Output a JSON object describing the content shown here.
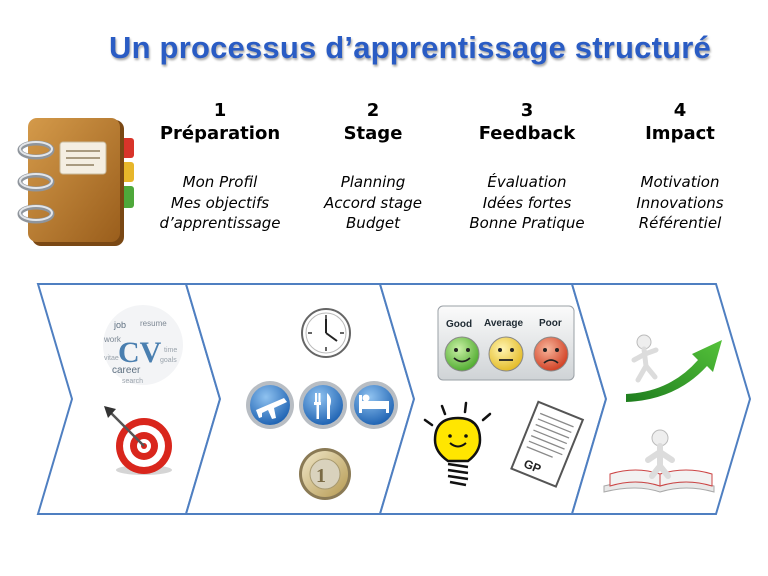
{
  "title": "Un processus d’apprentissage structuré",
  "steps": [
    {
      "number": "1",
      "name": "Préparation",
      "items": [
        "Mon Profil",
        "Mes objectifs",
        "d’apprentissage"
      ]
    },
    {
      "number": "2",
      "name": "Stage",
      "items": [
        "Planning",
        "Accord stage",
        "Budget"
      ]
    },
    {
      "number": "3",
      "name": "Feedback",
      "items": [
        "Évaluation",
        "Idées fortes",
        "Bonne Pratique"
      ]
    },
    {
      "number": "4",
      "name": "Impact",
      "items": [
        "Motivation",
        "Innovations",
        "Référentiel"
      ]
    }
  ],
  "icons": {
    "book": "notebook-icon",
    "cv": "cv-word-cloud-icon",
    "target": "dart-target-icon",
    "clock": "clock-icon",
    "plane": "airplane-icon",
    "food": "fork-knife-icon",
    "bed": "bed-icon",
    "coin": "euro-coin-icon",
    "rating": "rating-faces-icon",
    "bulb": "lightbulb-icon",
    "doc": "document-gp-icon",
    "growth": "growth-arrow-icon",
    "reader": "reading-person-icon"
  },
  "cv_words": {
    "big": "CV",
    "words": [
      "job",
      "resume",
      "work",
      "career",
      "vitae",
      "time",
      "search",
      "goals"
    ]
  },
  "rating": {
    "labels": [
      "Good",
      "Average",
      "Poor"
    ]
  },
  "doc_label": "GP",
  "colors": {
    "title": "#2a5cc4",
    "chevron_border": "#4f7fc1",
    "good": "#5bbf3a",
    "average": "#f2d23c",
    "poor": "#e0502e",
    "arrow": "#2e9a2e"
  }
}
